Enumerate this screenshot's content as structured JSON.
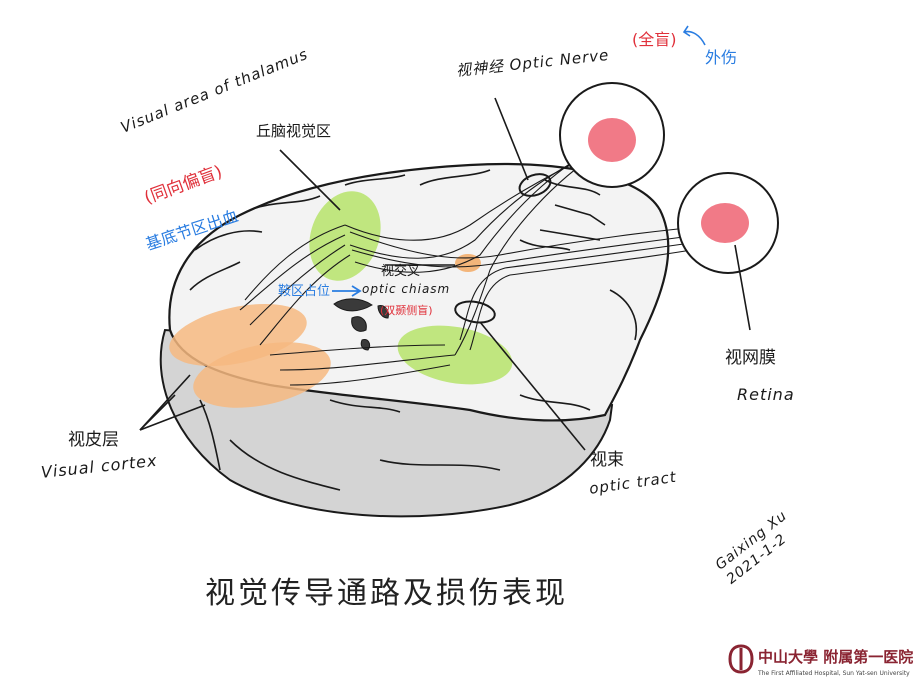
{
  "labels": {
    "visual_area_thalamus": "Visual area of thalamus",
    "homonymous_hemianopia": "(同向偏盲)",
    "basal_ganglia_lesion": "基底节区出血",
    "lgn_cn": "丘脑视觉区",
    "optic_nerve": "视神经 Optic Nerve",
    "blindness": "(全盲)",
    "trauma": "外伤",
    "chiasm_cn": "视交叉",
    "saddle_tumor": "鞍区占位",
    "optic_chiasm": "optic chiasm",
    "bitemporal": "(双颞侧盲)",
    "retina_cn": "视网膜",
    "retina": "Retina",
    "cortex_cn": "视皮层",
    "visual_cortex": "Visual cortex",
    "tract_cn": "视束",
    "optic_tract": "optic tract"
  },
  "title": "视觉传导通路及损伤表现",
  "signature": {
    "name": "Gaixing Xu",
    "date": "2021-1-2"
  },
  "logo": {
    "name_cn": "中山大學 附属第一医院",
    "name_en": "The First Affiliated Hospital, Sun Yat-sen University"
  },
  "colors": {
    "brain_fill": "#d4d4d4",
    "brain_top": "#f3f3f3",
    "retina_red": "#f06b7a",
    "cortex_orange": "#f6b980",
    "thalamus_green": "#b6e36a",
    "chiasm_orange": "#f3b57a",
    "ink": "#1a1a1a",
    "red_text": "#e0303a",
    "blue_text": "#2a7de1",
    "logo_red": "#8a2432"
  }
}
